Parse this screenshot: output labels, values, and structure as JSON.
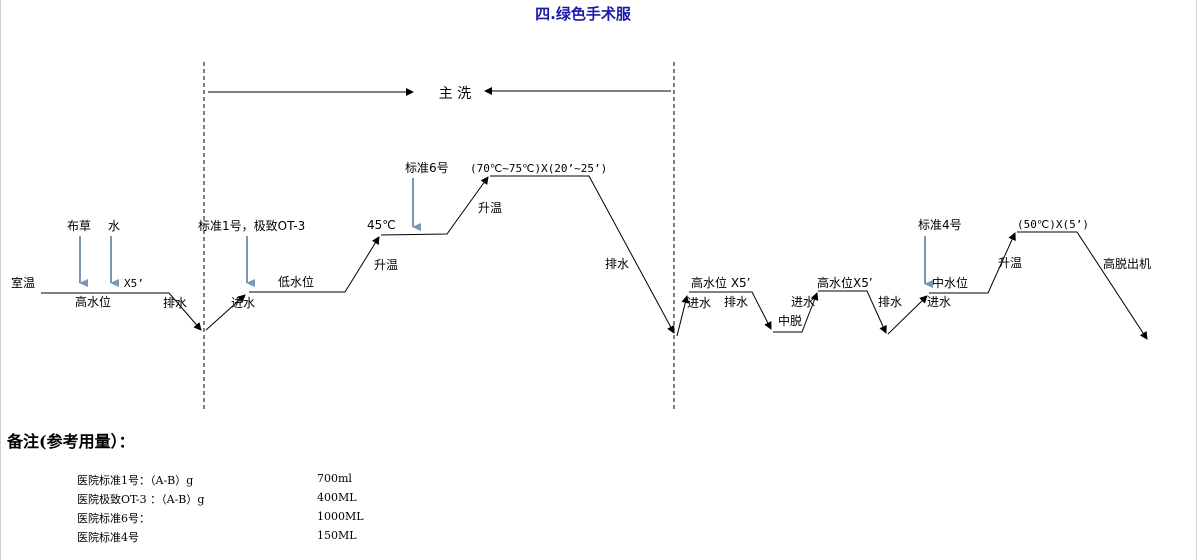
{
  "title": "四.绿色手术服",
  "main_wash_label": "主 洗",
  "labels": {
    "room_temp": "室温",
    "cloth": "布草",
    "water": "水",
    "x5_first": "X5’",
    "high_level_1": "高水位",
    "drain_1": "排水",
    "std1_ot3": "标准1号，极致OT-3",
    "fill_1": "进水",
    "low_level": "低水位",
    "heat_1": "升温",
    "temp_45": "45℃",
    "std6": "标准6号",
    "main_wash_temp": "(70℃~75℃)X(20’~25’)",
    "heat_2": "升温",
    "drain_2": "排水",
    "high_level_x5_a": "高水位 X5’",
    "fill_2": "进水",
    "drain_3": "排水",
    "mid_spin": "中脱",
    "fill_3": "进水",
    "high_level_x5_b": "高水位X5’",
    "drain_4": "排水",
    "std4": "标准4号",
    "mid_level": "中水位",
    "fill_4": "进水",
    "heat_3": "升温",
    "final_temp": "(50℃)X(5’)",
    "high_spin_out": "高脱出机"
  },
  "remarks": {
    "title": "备注(参考用量）：",
    "rows": [
      {
        "name": "医院标准1号：（A-B）g",
        "amount": "700ml"
      },
      {
        "name": "医院极致OT-3 ：（A-B）g",
        "amount": "400ML"
      },
      {
        "name": "医院标准6号：",
        "amount": "1000ML"
      },
      {
        "name": "医院标准4号",
        "amount": "150ML"
      }
    ]
  },
  "colors": {
    "title": "#1a1aa6",
    "dose_arrow": "#7a96b4",
    "line": "#000000"
  }
}
